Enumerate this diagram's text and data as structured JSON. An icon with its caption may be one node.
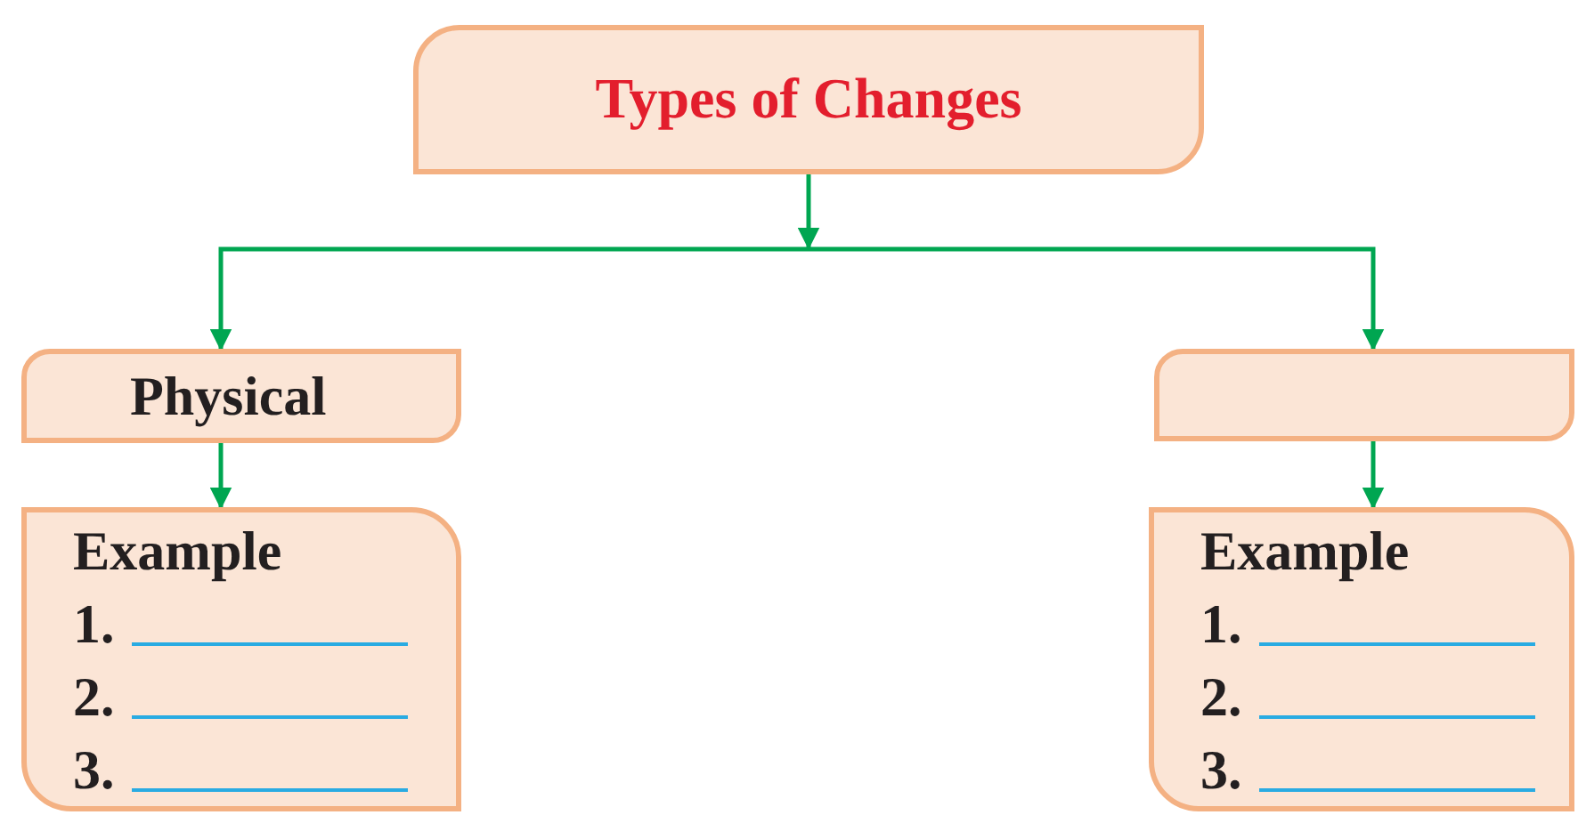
{
  "diagram": {
    "nodes": [
      {
        "text": [
          "Types of Changes"
        ]
      },
      {
        "text": [
          "Physical"
        ]
      },
      {
        "text": [],
        "shape": "box"
      },
      {
        "text": [
          "Example",
          "1.",
          "2.",
          "3."
        ]
      },
      {
        "text": [
          "Example",
          "1.",
          "2.",
          "3."
        ]
      }
    ],
    "edges": [
      {
        "from": 0,
        "to": 1,
        "arrow": "to",
        "color": "#00a651"
      },
      {
        "from": 0,
        "to": 2,
        "arrow": "to",
        "color": "#00a651"
      },
      {
        "from": 1,
        "to": 3,
        "arrow": "to",
        "color": "#00a651"
      },
      {
        "from": 2,
        "to": 4,
        "arrow": "to",
        "color": "#00a651"
      }
    ]
  }
}
